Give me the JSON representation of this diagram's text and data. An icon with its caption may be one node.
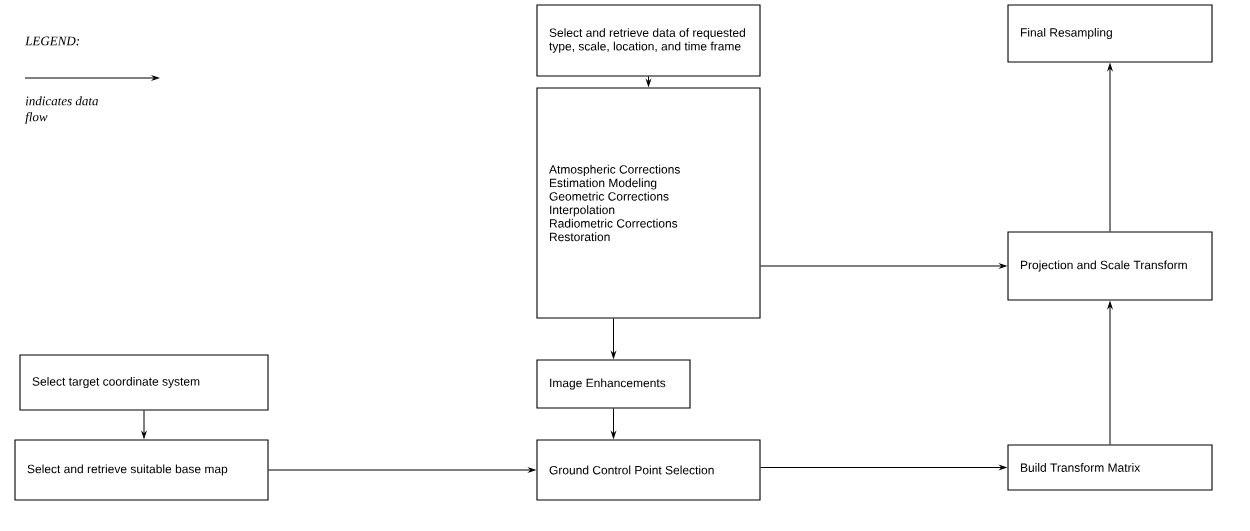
{
  "diagram": {
    "nodes": [
      {
        "text": [
          "Select and retrieve data of requested type, scale, location, and time frame"
        ]
      },
      {
        "text": [
          "Final Resampling"
        ]
      },
      {
        "text": [
          "Atmospheric Corrections",
          "Estimation Modeling",
          "Geometric Corrections",
          "Interpolation",
          "Radiometric Corrections",
          "Restoration"
        ]
      },
      {
        "text": [
          "Projection and Scale Transform"
        ]
      },
      {
        "text": [
          "Select target coordinate system"
        ]
      },
      {
        "text": [
          "Image Enhancements"
        ]
      },
      {
        "text": [
          "Select and retrieve suitable base map"
        ]
      },
      {
        "text": [
          "Ground Control Point Selection"
        ]
      },
      {
        "text": [
          "Build Transform Matrix"
        ]
      }
    ],
    "edges": [
      {
        "from": 0,
        "to": 2,
        "arrow": "to"
      },
      {
        "from": 2,
        "to": 3,
        "arrow": "to"
      },
      {
        "from": 2,
        "to": 5,
        "arrow": "to"
      },
      {
        "from": 5,
        "to": 7,
        "arrow": "to"
      },
      {
        "from": 4,
        "to": 6,
        "arrow": "to"
      },
      {
        "from": 6,
        "to": 7,
        "arrow": "to"
      },
      {
        "from": 7,
        "to": 8,
        "arrow": "to"
      },
      {
        "from": 8,
        "to": 3,
        "arrow": "to"
      },
      {
        "from": 3,
        "to": 1,
        "arrow": "to"
      }
    ],
    "labels": [
      "LEGEND:"
    ],
    "legend": [
      {
        "text": "indicates data flow"
      }
    ]
  }
}
